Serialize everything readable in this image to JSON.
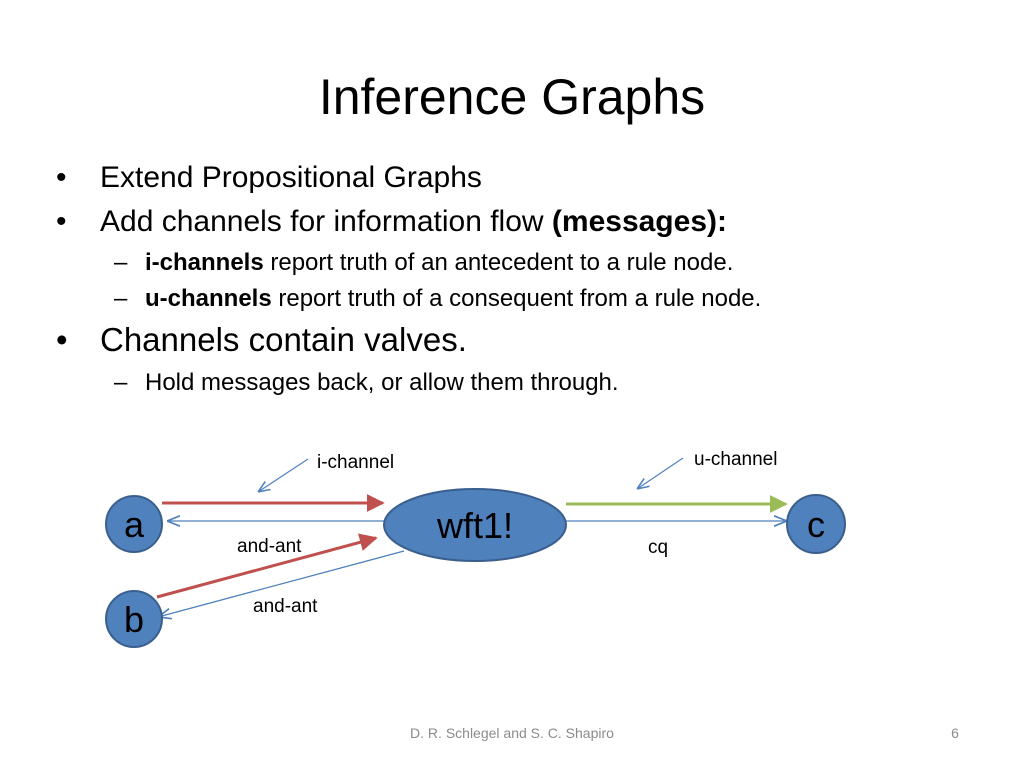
{
  "title": "Inference Graphs",
  "bullets": [
    {
      "text": "Extend Propositional Graphs"
    },
    {
      "text": "Add channels for information flow ",
      "bold": "(messages):"
    },
    {
      "bold": "i-channels",
      "text": " report truth of an antecedent to a rule node."
    },
    {
      "bold": "u-channels",
      "text": " report truth of a consequent from a rule node."
    },
    {
      "text": "Channels contain valves."
    },
    {
      "text": "Hold messages back, or allow them through."
    }
  ],
  "markers": {
    "bullet": "•",
    "dash": "–"
  },
  "diagram": {
    "nodes": {
      "a": "a",
      "b": "b",
      "c": "c",
      "wft1": "wft1!"
    },
    "callouts": {
      "i_channel": "i-channel",
      "u_channel": "u-channel"
    },
    "edge_labels": {
      "a_and_ant": "and-ant",
      "b_and_ant": "and-ant",
      "cq": "cq"
    },
    "colors": {
      "node_fill": "#4f81bd",
      "node_border": "#3a5f8f",
      "i_channel_arrow": "#c0504d",
      "u_channel_arrow": "#9bbb59",
      "rule_edge": "#4f81bd"
    }
  },
  "footer": {
    "author": "D. R. Schlegel and S. C. Shapiro",
    "page": "6"
  }
}
